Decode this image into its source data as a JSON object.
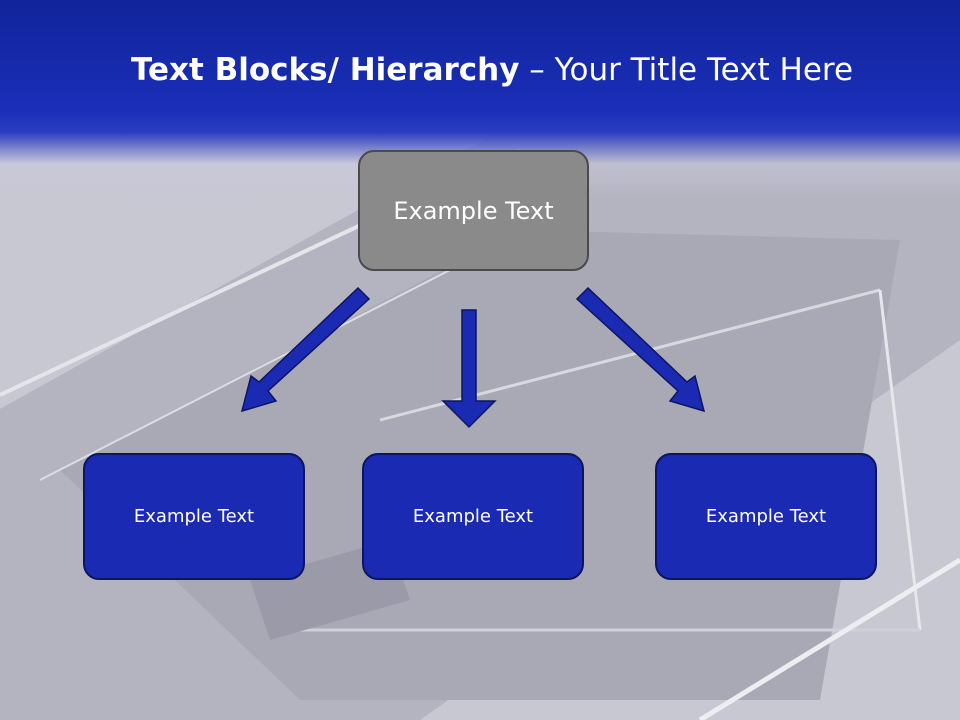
{
  "slide": {
    "title_bold": "Text Blocks/ Hierarchy",
    "title_rest": " – Your Title Text Here"
  },
  "hierarchy": {
    "root_label": "Example Text",
    "children": [
      {
        "label": "Example Text"
      },
      {
        "label": "Example Text"
      },
      {
        "label": "Example Text"
      }
    ]
  },
  "colors": {
    "header_blue": "#1a2eb8",
    "child_fill": "#1a2ab3",
    "root_fill": "#8a8a8a",
    "arrow_fill": "#1a2ab3"
  }
}
